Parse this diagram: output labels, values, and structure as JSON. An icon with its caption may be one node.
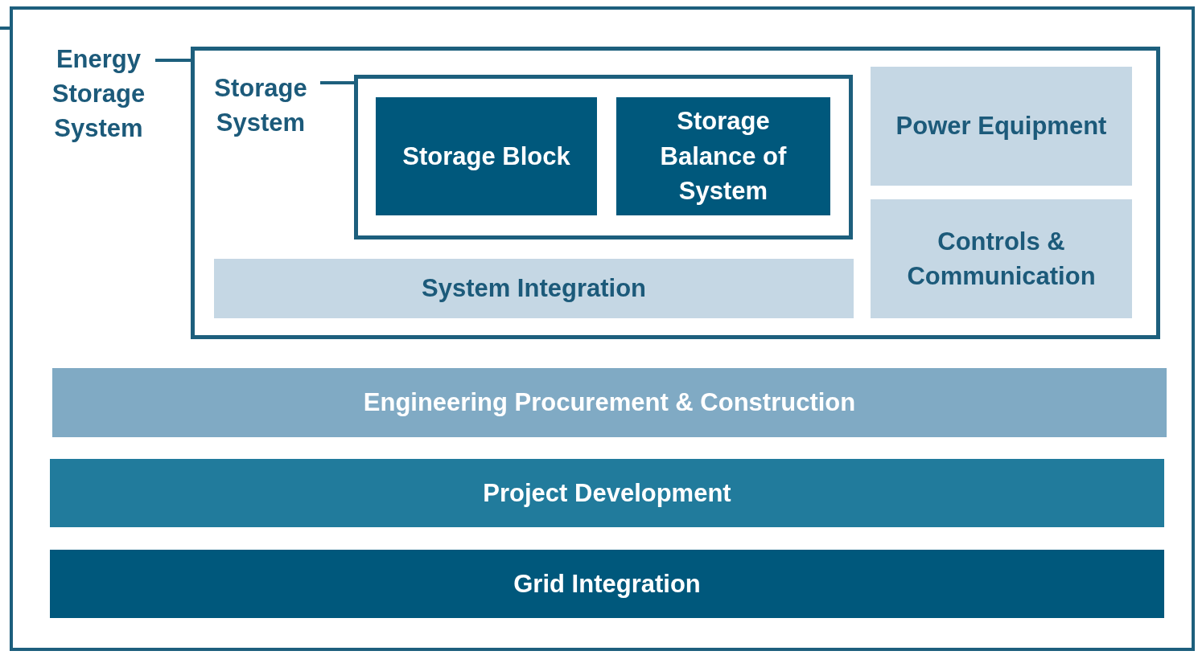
{
  "diagram": {
    "nodes": [
      {
        "text": [
          "Energy Storage System"
        ]
      },
      {
        "text": [
          "Storage System"
        ],
        "in": 0
      },
      {
        "text": [
          "Storage Block"
        ],
        "in": 1
      },
      {
        "text": [
          "Storage Balance of System"
        ],
        "in": 1
      },
      {
        "text": [
          "Power Equipment"
        ],
        "in": 0
      },
      {
        "text": [
          "Controls & Communication"
        ],
        "in": 0
      },
      {
        "text": [
          "System Integration"
        ],
        "in": 0
      },
      {
        "text": [
          "Engineering Procurement & Construction"
        ]
      },
      {
        "text": [
          "Project Development"
        ]
      },
      {
        "text": [
          "Grid Integration"
        ]
      }
    ],
    "edges": []
  }
}
